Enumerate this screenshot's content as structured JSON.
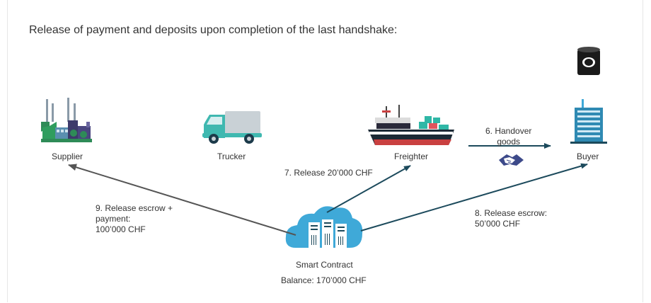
{
  "heading": "Release of payment and deposits upon completion of the last handshake:",
  "actors": {
    "supplier": "Supplier",
    "trucker": "Trucker",
    "freighter": "Freighter",
    "buyer": "Buyer",
    "contract": "Smart Contract",
    "balance": "Balance: 170’000 CHF"
  },
  "steps": {
    "handover": "6. Handover\ngoods",
    "release_freighter": "7. Release 20’000 CHF",
    "release_buyer": "8. Release escrow:\n50’000 CHF",
    "release_supplier": "9. Release escrow +\npayment:\n100’000 CHF"
  },
  "colors": {
    "dark_teal": "#1c4a5c",
    "teal": "#2b8a9e",
    "cloud": "#3fa9d8",
    "green": "#2e8b57",
    "purple": "#3d3a6b",
    "gray_arrow": "#555555"
  }
}
